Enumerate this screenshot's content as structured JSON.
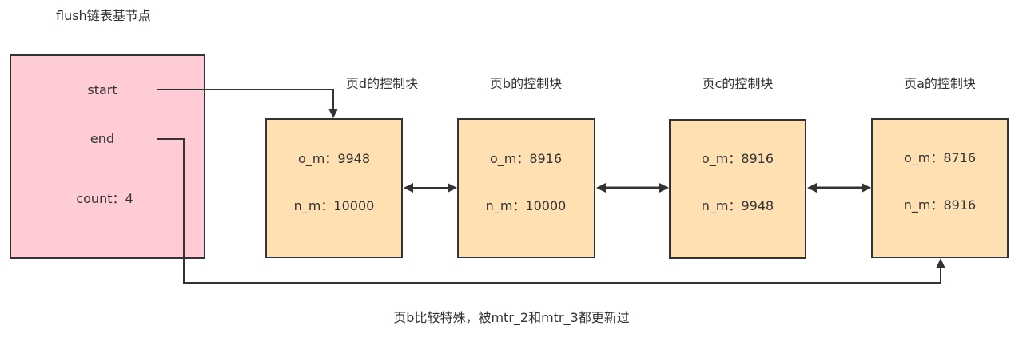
{
  "title": "flush链表基节点",
  "head_node": {
    "start_label": "start",
    "end_label": "end",
    "count_label": "count：4"
  },
  "pages": [
    {
      "caption": "页d的控制块",
      "o_m": "o_m：9948",
      "n_m": "n_m：10000"
    },
    {
      "caption": "页b的控制块",
      "o_m": "o_m：8916",
      "n_m": "n_m：10000"
    },
    {
      "caption": "页c的控制块",
      "o_m": "o_m：8916",
      "n_m": "n_m：9948"
    },
    {
      "caption": "页a的控制块",
      "o_m": "o_m：8716",
      "n_m": "n_m：8916"
    }
  ],
  "note": "页b比较特殊，被mtr_2和mtr_3都更新过",
  "colors": {
    "head_fill": "#ffccd5",
    "page_fill": "#ffe0b3",
    "stroke": "#333333"
  }
}
